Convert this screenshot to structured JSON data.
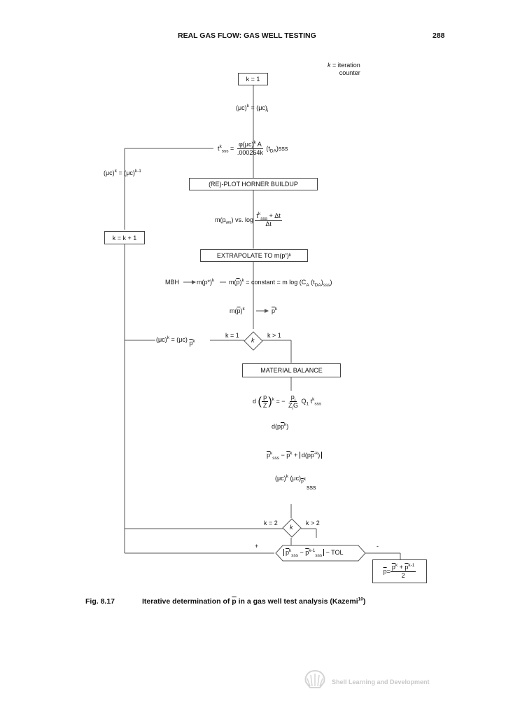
{
  "header": {
    "title": "REAL GAS FLOW: GAS WELL TESTING",
    "page_number": "288"
  },
  "legend": {
    "k_symbol": "k",
    "k_line1": " = iteration",
    "k_line2": "counter"
  },
  "flow": {
    "init_box": "k = 1",
    "mu_c_init": "(μc)",
    "mu_c_init_eq": " = (μc)",
    "tsss_lhs": "t",
    "tsss_eq": "=",
    "tsss_num": "φ(μc)",
    "tsss_num_tail": " A",
    "tsss_den": ".000264k",
    "tsss_tail": "(t",
    "tsss_tail_sub": "DA",
    "tsss_tail_end": ")sss",
    "mu_c_update": "(μc)",
    "mu_c_update_mid": " = (μc)",
    "horner_box": "(RE)-PLOT HORNER BUILDUP",
    "m_pws": "m(p",
    "m_pws_sub": "ws",
    "m_pws_tail": ")  vs.  log",
    "log_num": "t",
    "log_num_tail": " + Δt",
    "log_den": "Δt",
    "k_inc_box": "k = k + 1",
    "extrap_box": "EXTRAPOLATE  TO m(p",
    "extrap_box_tail": ")",
    "mbh_label": "MBH",
    "mbh_mp": "m(p*)",
    "mbh_mpbar": "m(p)",
    "mbh_eq": "  =  constant  =   m log (C",
    "mbh_eq_sub": "A",
    "mbh_eq_tail": " (t",
    "mbh_eq_sub2": "DA",
    "mbh_eq_tail2": ")",
    "mbh_eq_sub3": "sss",
    "mbh_eq_end": ")",
    "mpbar2": "m(p)",
    "pbar_result": "p",
    "mu_c_pbar": "(μc)",
    "mu_c_pbar_mid": " = (μc)",
    "decision1_k": "k",
    "decision1_left": "k = 1",
    "decision1_right": "k > 1",
    "matbal_box": "MATERIAL BALANCE",
    "dpz_d": "d",
    "dpz_num": "p",
    "dpz_den": "Z",
    "dpz_eq": "= −",
    "dpz_frac_num": "p",
    "dpz_frac_num_sub": "i",
    "dpz_frac_den": "Z",
    "dpz_frac_den_sub": "i",
    "dpz_frac_den_tail": "G",
    "dpz_tail": "Q",
    "dpz_tail_sub": "1",
    "dpz_tsss": " t",
    "dpz_tsss_sub": "sss",
    "dp": "d(p",
    "dp_tail": ")",
    "psss": "p",
    "psss_sub": "sss",
    "psss_eq": " − ",
    "psss_pbar": "p",
    "psss_plus": " + ",
    "psss_abs": "d(p",
    "psss_abs_tail": ")",
    "mu_c_sss": "(μc)",
    "mu_c_sss_mid": "  (μc)",
    "mu_c_sss_sub": "p",
    "mu_c_sss_sub2": "sss",
    "decision2_k": "k",
    "decision2_left": "k = 2",
    "decision2_right": "k > 2",
    "plus": "+",
    "minus": "-",
    "tol_p1": "p",
    "tol_p1_sub": "sss",
    "tol_minus": " − ",
    "tol_p2": "p",
    "tol_p2_sub": "sss",
    "tol_tail": "  − TOL",
    "final_pbar": "p",
    "final_eq": " = ",
    "final_num1": "p",
    "final_num_plus": "  + ",
    "final_num2": "p",
    "final_den": "2",
    "sup_k": "k",
    "sup_k1": "k-1",
    "sup_kminus": "-k"
  },
  "caption": {
    "label": "Fig. 8.17",
    "text": "Iterative determination of ",
    "pbar": "p",
    "text2": " in a gas well test analysis (Kazemi",
    "ref": "10",
    "text3": ")"
  },
  "watermark": {
    "text": "Shell Learning and Development"
  }
}
